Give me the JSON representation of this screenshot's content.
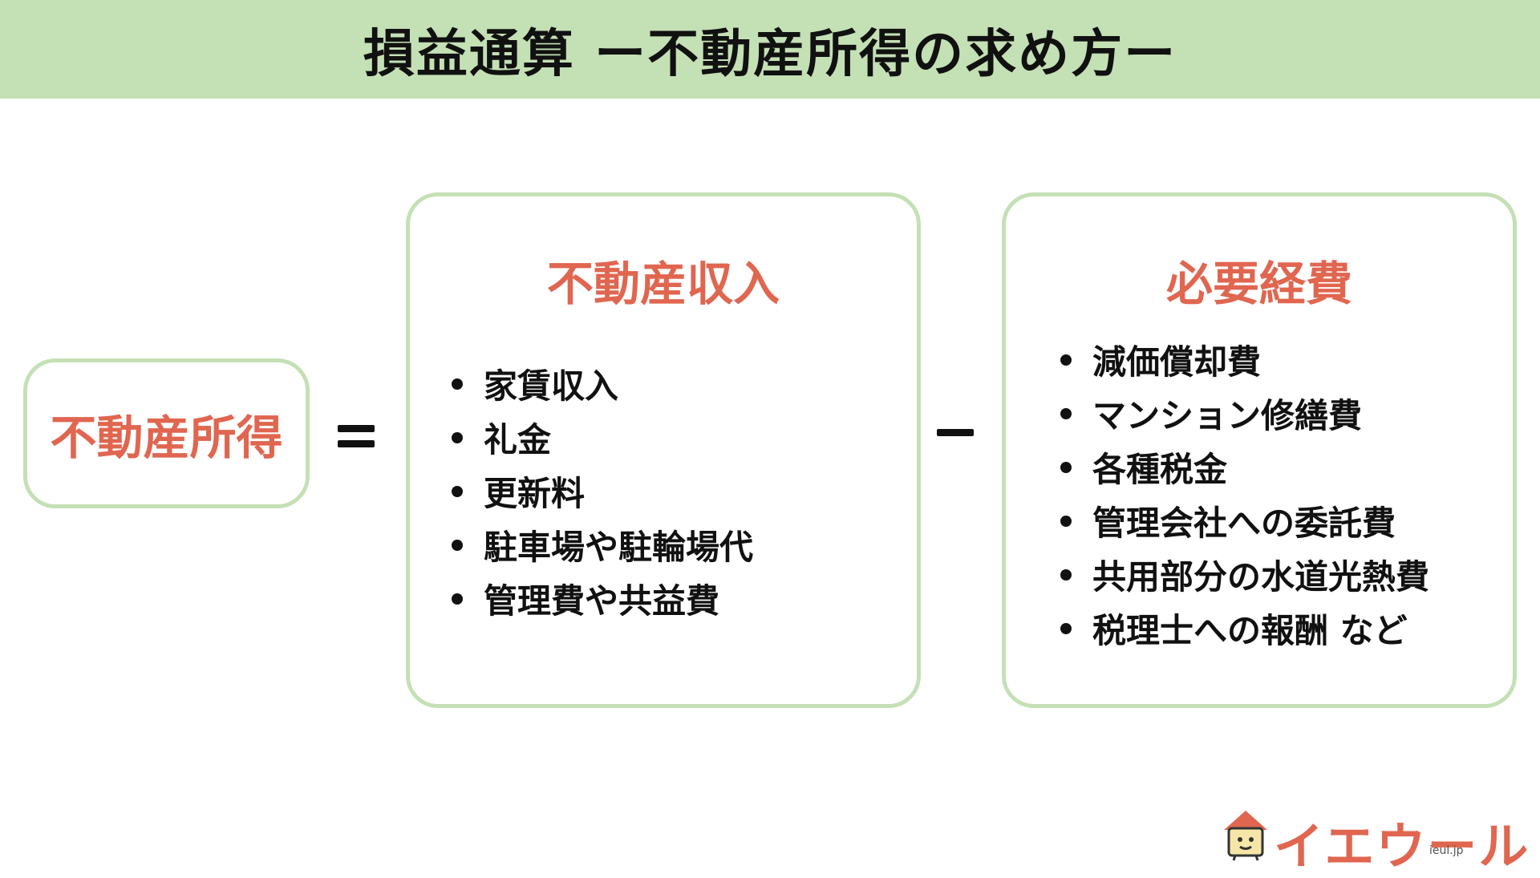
{
  "header": {
    "title": "損益通算 ー不動産所得の求め方ー"
  },
  "result": {
    "label": "不動産所得"
  },
  "operators": {
    "equals": "=",
    "minus": "−"
  },
  "income": {
    "heading": "不動産収入",
    "items": [
      "家賃収入",
      "礼金",
      "更新料",
      "駐車場や駐輪場代",
      "管理費や共益費"
    ]
  },
  "expenses": {
    "heading": "必要経費",
    "items": [
      "減価償却費",
      "マンション修繕費",
      "各種税金",
      "管理会社への委託費",
      "共用部分の水道光熱費",
      "税理士への報酬 など"
    ]
  },
  "logo": {
    "brand": "イエウール",
    "domain": "ieul.jp"
  },
  "colors": {
    "header_bg": "#c4e0b5",
    "accent": "#e06650",
    "border": "#c4e0b5"
  }
}
